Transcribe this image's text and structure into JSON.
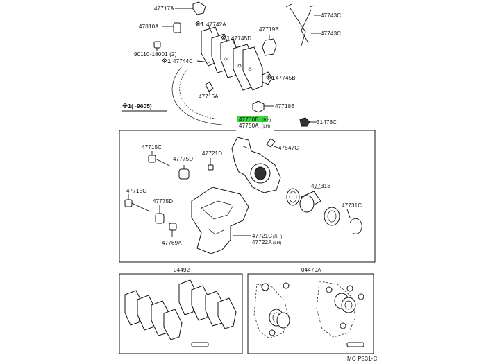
{
  "diagram": {
    "highlight_color": "#3cd63c",
    "labels": {
      "l47717A": "47717A",
      "l47743C_a": "47743C",
      "l47743C_b": "47743C",
      "l47810A": "47810A",
      "l47742A": "47742A",
      "l47745D": "47745D",
      "l47719B": "47719B",
      "l90110": "90110-18001 (2)",
      "l47744C": "47744C",
      "l47745B": "47745B",
      "l47716A": "47716A",
      "l47718B": "47718B",
      "lFootnote": "※1(    -9605)",
      "l47730B": "47730B",
      "l47730Bsub": "(RH)",
      "l47750A": "47750A",
      "l47750Asub": "(LH)",
      "l31478C": "31478C",
      "l47547C": "47547C",
      "l47715C_a": "47715C",
      "l47775D_a": "47775D",
      "l47721D": "47721D",
      "l47715C_b": "47715C",
      "l47775D_b": "47775D",
      "l47731B": "47731B",
      "l47731C": "47731C",
      "l47769A": "47769A",
      "l47721C": "47721C",
      "l47721Csub": "(RH)",
      "l47722A": "47722A",
      "l47722Asub": "(LH)",
      "l04492": "04492",
      "l04479A": "04479A",
      "lCode": "MC  P531-C",
      "star": "※1",
      "star2": "※1",
      "star3": "※1",
      "star4": "※1"
    }
  }
}
